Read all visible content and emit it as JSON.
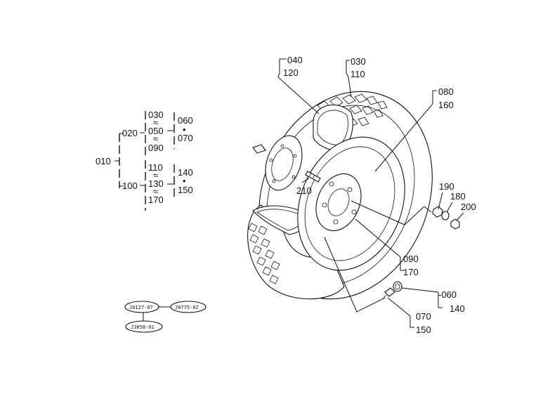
{
  "tree": {
    "root": "010",
    "group_a": "020",
    "group_b": "100",
    "a_items": [
      "030",
      "050",
      "090"
    ],
    "a_sub": [
      "060",
      "070"
    ],
    "b_items": [
      "110",
      "130",
      "170"
    ],
    "b_sub": [
      "140",
      "150"
    ],
    "sep": "•",
    "tilde": "≈"
  },
  "callouts": {
    "c040": "040",
    "c120": "120",
    "c030": "030",
    "c110": "110",
    "c080": "080",
    "c160": "160",
    "c190": "190",
    "c180": "180",
    "c200": "200",
    "c210": "210",
    "c090": "090",
    "c170": "170",
    "c060": "-060",
    "c140": "140",
    "c070": "070",
    "c150": "150"
  },
  "refs": {
    "ref1": "J0127-07",
    "ref2": "J0775-02",
    "ref3": "J3058-01"
  }
}
